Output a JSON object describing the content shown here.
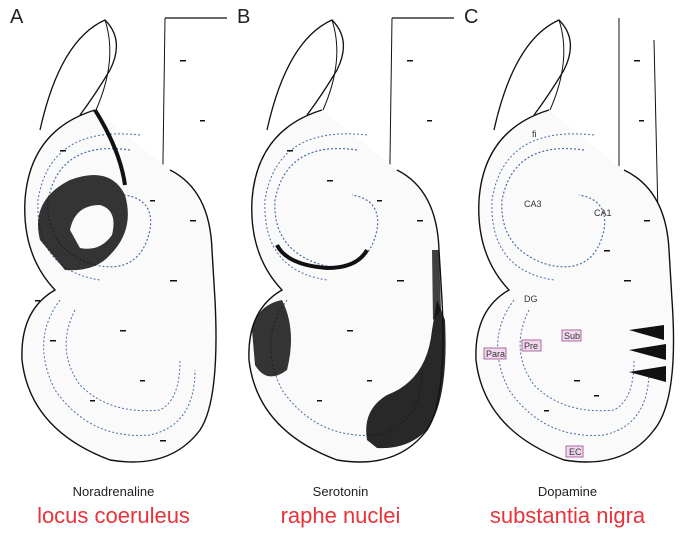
{
  "colors": {
    "source_red": "#e8333a",
    "ink": "#111111",
    "dotted": "#4a6fa5",
    "box_fill": "#f2d8ee",
    "box_stroke": "#9a4b8e"
  },
  "panels": [
    {
      "letter": "A",
      "transmitter": "Noradrenaline",
      "source": "locus coeruleus"
    },
    {
      "letter": "B",
      "transmitter": "Serotonin",
      "source": "raphe nuclei"
    },
    {
      "letter": "C",
      "transmitter": "Dopamine",
      "source": "substantia nigra"
    }
  ],
  "regions": {
    "fi": "fi",
    "ca3": "CA3",
    "ca1": "CA1",
    "dg": "DG"
  },
  "subfields": {
    "sub": "Sub",
    "pre": "Pre",
    "para": "Para",
    "ec": "EC"
  }
}
